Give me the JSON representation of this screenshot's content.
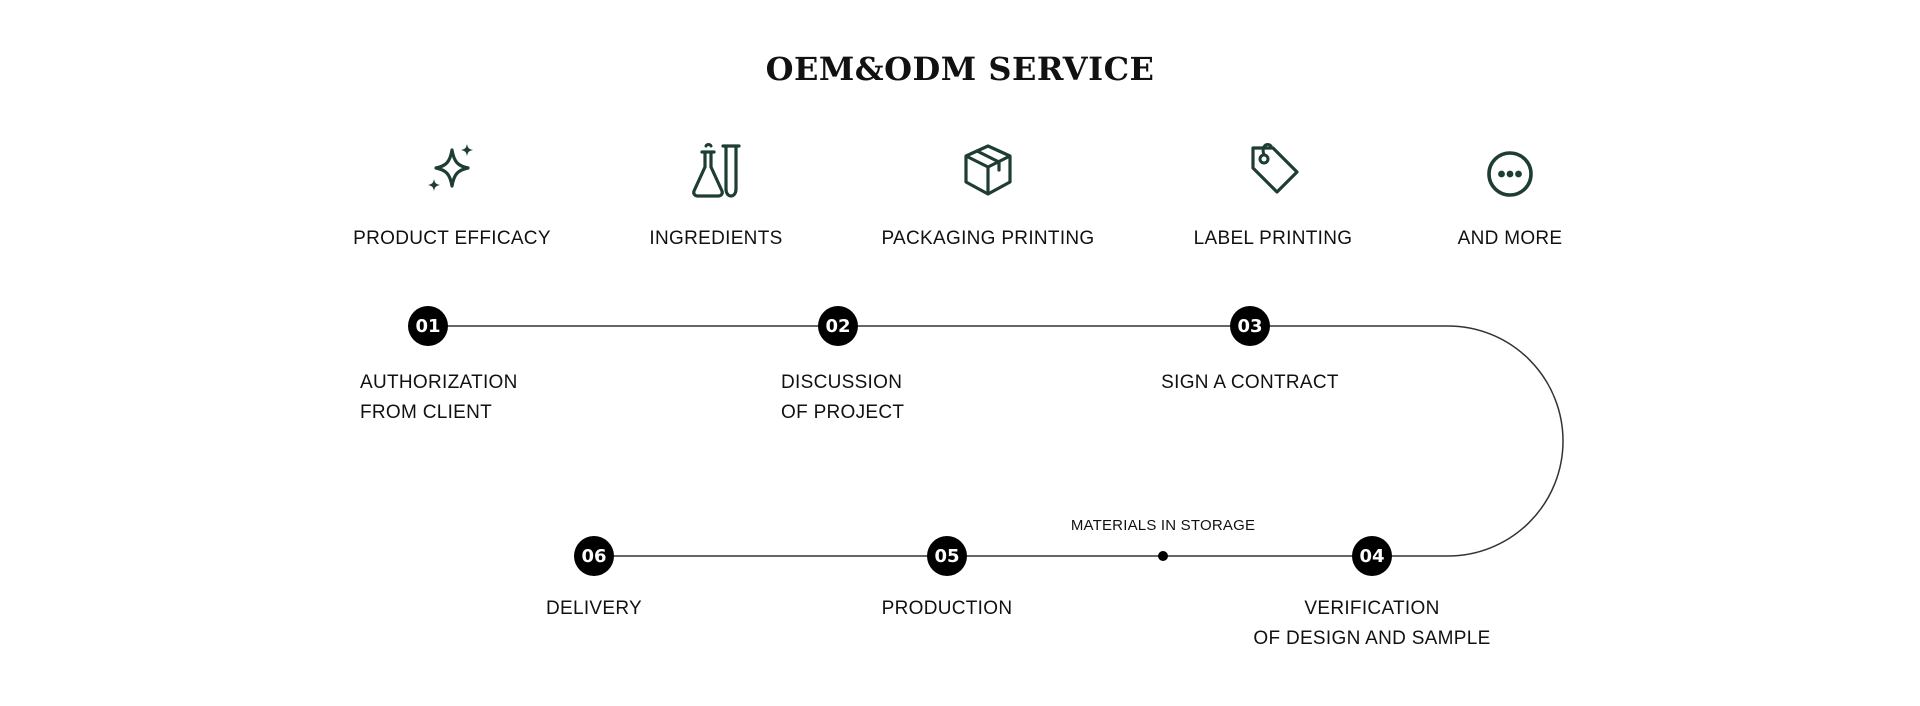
{
  "title": "OEM&ODM SERVICE",
  "colors": {
    "icon": "#1e3d33",
    "node": "#000000",
    "line": "#333333",
    "text": "#111111"
  },
  "services": [
    {
      "label": "PRODUCT EFFICACY",
      "icon": "sparkle-icon"
    },
    {
      "label": "INGREDIENTS",
      "icon": "flask-icon"
    },
    {
      "label": "PACKAGING PRINTING",
      "icon": "box-icon"
    },
    {
      "label": "LABEL PRINTING",
      "icon": "tag-icon"
    },
    {
      "label": "AND MORE",
      "icon": "more-icon"
    }
  ],
  "steps": [
    {
      "num": "01",
      "lines": [
        "AUTHORIZATION",
        "FROM CLIENT"
      ]
    },
    {
      "num": "02",
      "lines": [
        "DISCUSSION",
        "OF PROJECT"
      ]
    },
    {
      "num": "03",
      "lines": [
        "SIGN A CONTRACT"
      ]
    },
    {
      "num": "04",
      "lines": [
        "VERIFICATION",
        "OF DESIGN AND SAMPLE"
      ]
    },
    {
      "num": "05",
      "lines": [
        "PRODUCTION"
      ]
    },
    {
      "num": "06",
      "lines": [
        "DELIVERY"
      ]
    }
  ],
  "milestone": {
    "label": "MATERIALS IN STORAGE"
  }
}
